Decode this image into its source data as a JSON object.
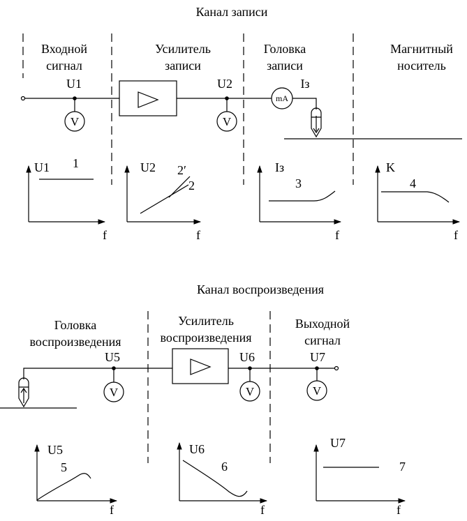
{
  "record": {
    "title": "Канал записи",
    "sections": {
      "input_line1": "Входной",
      "input_line2": "сигнал",
      "amp_line1": "Усилитель",
      "amp_line2": "записи",
      "head_line1": "Головка",
      "head_line2": "записи",
      "medium_line1": "Магнитный",
      "medium_line2": "носитель"
    },
    "points": {
      "u1": "U1",
      "u2": "U2",
      "iz": "Iз"
    },
    "meters": {
      "voltmeter": "V",
      "ammeter": "mA"
    },
    "graphs": [
      {
        "ylabel": "U1",
        "xlabel": "f",
        "number": "1"
      },
      {
        "ylabel": "U2",
        "xlabel": "f",
        "number": "2",
        "number_alt": "2′"
      },
      {
        "ylabel": "Iз",
        "xlabel": "f",
        "number": "3"
      },
      {
        "ylabel": "K",
        "xlabel": "f",
        "number": "4"
      }
    ]
  },
  "playback": {
    "title": "Канал воспроизведения",
    "sections": {
      "head_line1": "Головка",
      "head_line2": "воспроизведения",
      "amp_line1": "Усилитель",
      "amp_line2": "воспроизведения",
      "output_line1": "Выходной",
      "output_line2": "сигнал"
    },
    "points": {
      "u5": "U5",
      "u6": "U6",
      "u7": "U7"
    },
    "meters": {
      "voltmeter": "V"
    },
    "graphs": [
      {
        "ylabel": "U5",
        "xlabel": "f",
        "number": "5"
      },
      {
        "ylabel": "U6",
        "xlabel": "f",
        "number": "6"
      },
      {
        "ylabel": "U7",
        "xlabel": "f",
        "number": "7"
      }
    ]
  }
}
